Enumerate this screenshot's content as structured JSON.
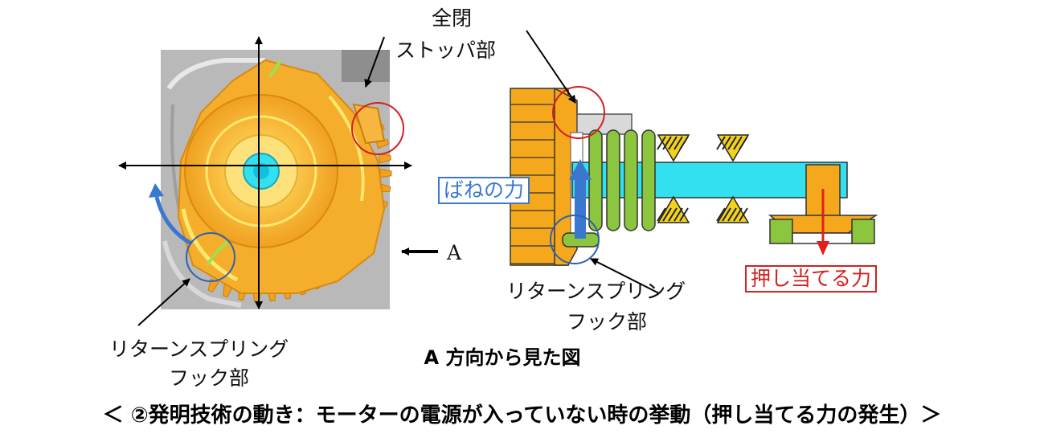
{
  "labels": {
    "stopper_line1": "全閉",
    "stopper_line2": "ストッパ部",
    "axis_a": "A",
    "spring_force": "ばねの力",
    "push_force": "押し当てる力",
    "hook_left_line1": "リターンスプリング",
    "hook_left_line2": "フック部",
    "hook_right_line1": "リターンスプリング",
    "hook_right_line2": "フック部"
  },
  "captions": {
    "view_from_a": "A 方向から見た図",
    "main": "＜ ②発明技術の動き：モーターの電源が入っていない時の挙動（押し当てる力の発生）＞"
  },
  "colors": {
    "gear_orange": "#f5a81c",
    "spring_green": "#8cc63f",
    "shaft_cyan": "#33e0ef",
    "spring_arrow_blue": "#3a78d0",
    "push_arrow_red": "#e02020",
    "highlight_circle_red": "#d42020",
    "highlight_circle_blue": "#3060b0",
    "background_plate_gray": "#b8b8b8"
  }
}
